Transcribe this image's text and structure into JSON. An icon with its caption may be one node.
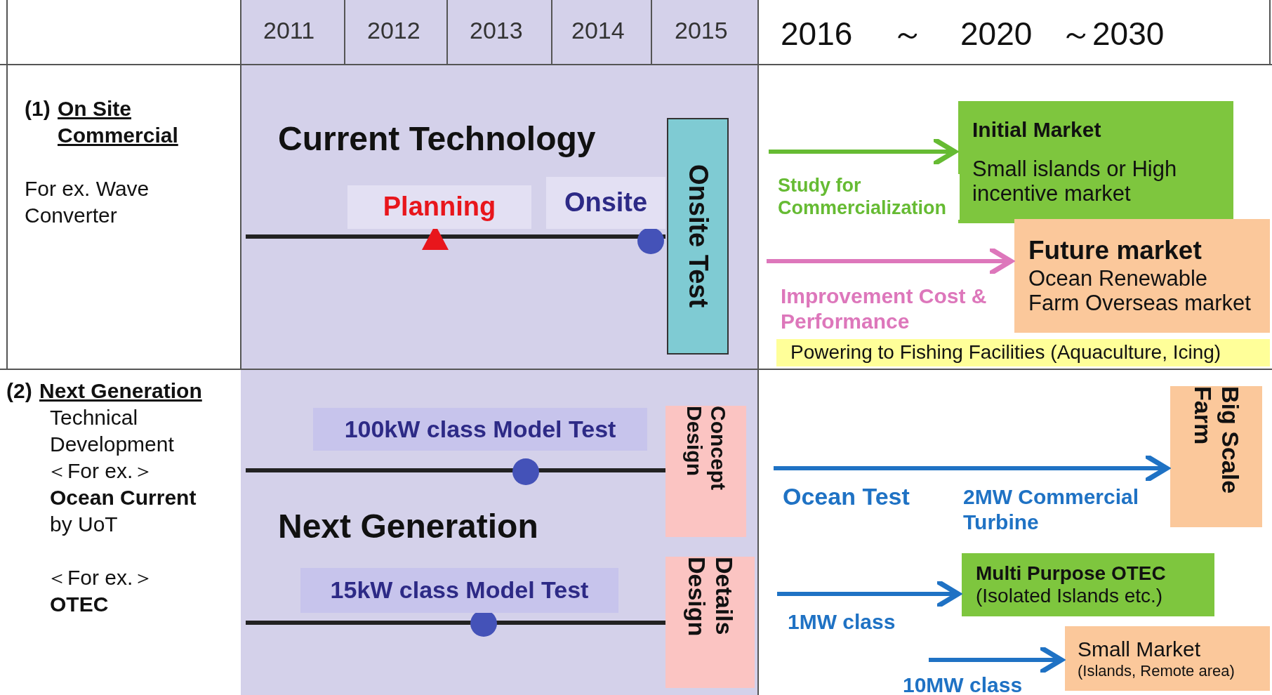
{
  "diagram": {
    "nodes": [
      {
        "text": [
          "Planning"
        ]
      },
      {
        "text": [
          "Onsite"
        ]
      },
      {
        "text": [
          "Onsite Test"
        ]
      },
      {
        "text": [
          "Initial Market",
          "Small islands or High incentive market"
        ]
      },
      {
        "text": [
          "Future market",
          "Ocean Renewable Farm Overseas market"
        ]
      },
      {
        "text": [
          "Powering  to Fishing Facilities (Aquaculture, Icing)"
        ]
      },
      {
        "text": [
          "100kW class Model Test"
        ]
      },
      {
        "text": [
          "Concept Design"
        ]
      },
      {
        "text": [
          "15kW class Model Test"
        ]
      },
      {
        "text": [
          "Details Design"
        ]
      },
      {
        "text": [
          "Big Scale Farm"
        ]
      },
      {
        "text": [
          "Multi  Purpose  OTEC",
          "(Isolated Islands etc.)"
        ]
      },
      {
        "text": [
          "Small Market",
          "(Islands, Remote area)"
        ]
      }
    ],
    "edges": [
      {
        "from": null,
        "to": 3,
        "arrow": "to",
        "label": "Study for Commercialization",
        "color": "#66bb33"
      },
      {
        "from": null,
        "to": 4,
        "arrow": "to",
        "label": "Improvement Cost & Performance",
        "color": "#dd77bb"
      },
      {
        "from": null,
        "to": 10,
        "arrow": "to",
        "label": "2MW Commercial Turbine"
      },
      {
        "from": null,
        "to": 11,
        "arrow": "to",
        "label": "1MW class"
      },
      {
        "from": null,
        "to": 12,
        "arrow": "to",
        "label": "10MW class"
      }
    ],
    "labels": [
      "2011",
      "2012",
      "2013",
      "2014",
      "2015",
      "2016",
      "～",
      "2020",
      "～",
      "2030",
      "(1)",
      "On Site Commercial",
      "For ex. Wave Converter",
      "Current Technology",
      "(2)",
      "Next Generation",
      "Technical Development",
      "＜For ex.＞",
      "Ocean Current",
      "by UoT",
      "＜For ex.＞",
      "OTEC",
      "Next Generation",
      "Ocean Test"
    ]
  }
}
